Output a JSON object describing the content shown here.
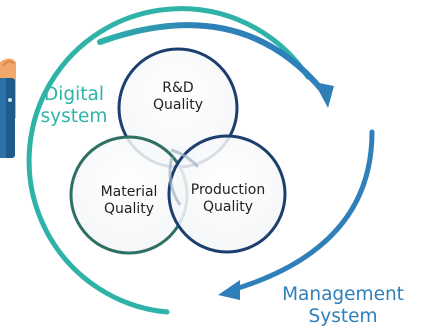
{
  "colors": {
    "teal": "#2fb3a9",
    "blue": "#2f7fb8",
    "navy": "#1d3f70",
    "circle_green": "#2e6f64"
  },
  "labels": {
    "digital": "Digital\nsystem",
    "management": "Management\nSystem"
  },
  "venn": {
    "top": "R&D\nQuality",
    "left": "Material\nQuality",
    "right": "Production\nQuality"
  },
  "illustration": "person-figure-partial"
}
